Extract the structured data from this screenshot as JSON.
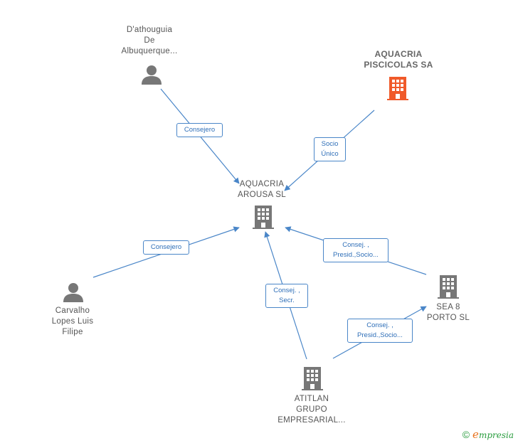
{
  "nodes": {
    "dathouguia": {
      "lines": [
        "D'athouguia",
        "De",
        "Albuquerque..."
      ],
      "kind": "person"
    },
    "aquacria_piscicolas": {
      "lines": [
        "AQUACRIA",
        "PISCICOLAS SA"
      ],
      "kind": "company",
      "highlight": true
    },
    "aquacria_arousa": {
      "lines": [
        "AQUACRIA",
        "AROUSA SL"
      ],
      "kind": "company"
    },
    "carvalho": {
      "lines": [
        "Carvalho",
        "Lopes Luis",
        "Filipe"
      ],
      "kind": "person"
    },
    "sea8": {
      "lines": [
        "SEA 8",
        "PORTO SL"
      ],
      "kind": "company"
    },
    "atitlan": {
      "lines": [
        "ATITLAN",
        "GRUPO",
        "EMPRESARIAL..."
      ],
      "kind": "company"
    }
  },
  "edges": {
    "e1": {
      "from": "dathouguia",
      "to": "aquacria_arousa",
      "lines": [
        "Consejero"
      ]
    },
    "e2": {
      "from": "aquacria_piscicolas",
      "to": "aquacria_arousa",
      "lines": [
        "Socio",
        "Único"
      ]
    },
    "e3": {
      "from": "carvalho",
      "to": "aquacria_arousa",
      "lines": [
        "Consejero"
      ]
    },
    "e4": {
      "from": "sea8",
      "to": "aquacria_arousa",
      "lines": [
        "Consej. ,",
        "Presid.,Socio..."
      ]
    },
    "e5": {
      "from": "atitlan",
      "to": "aquacria_arousa",
      "lines": [
        "Consej. ,",
        "Secr."
      ]
    },
    "e6": {
      "from": "atitlan",
      "to": "sea8",
      "lines": [
        "Consej. ,",
        "Presid.,Socio..."
      ]
    }
  },
  "colors": {
    "edge": "#4a86c8",
    "icon": "#777777",
    "highlight": "#f05a2a"
  },
  "footer": {
    "copyright": "©",
    "brand_first": "e",
    "brand_rest": "mpresia"
  }
}
